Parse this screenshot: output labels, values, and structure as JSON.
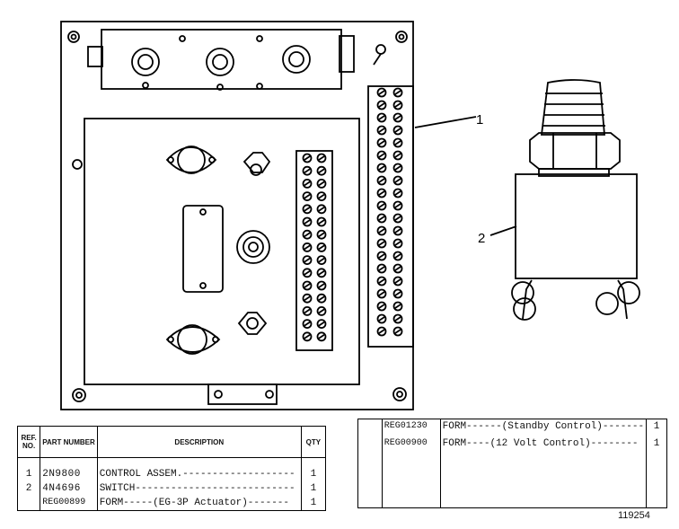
{
  "callouts": {
    "item1": "1",
    "item2": "2"
  },
  "table1": {
    "headers": {
      "ref": "REF. NO.",
      "part_number": "PART NUMBER",
      "description": "DESCRIPTION",
      "qty": "QTY"
    },
    "rows": [
      {
        "ref": "1",
        "pn": "2N9800",
        "desc": "CONTROL ASSEM.-------------------",
        "qty": "1"
      },
      {
        "ref": "2",
        "pn": "4N4696",
        "desc": "SWITCH---------------------------",
        "qty": "1"
      },
      {
        "ref": "",
        "pn": "REG00899",
        "desc": "FORM-----(EG-3P Actuator)-------",
        "qty": "1"
      }
    ]
  },
  "table2": {
    "rows": [
      {
        "ref": "",
        "pn": "REG01230",
        "desc": "FORM------(Standby Control)-------",
        "qty": "1"
      },
      {
        "ref": "",
        "pn": "REG00900",
        "desc": "FORM----(12 Volt Control)--------",
        "qty": "1"
      }
    ]
  },
  "figure_number": "119254"
}
